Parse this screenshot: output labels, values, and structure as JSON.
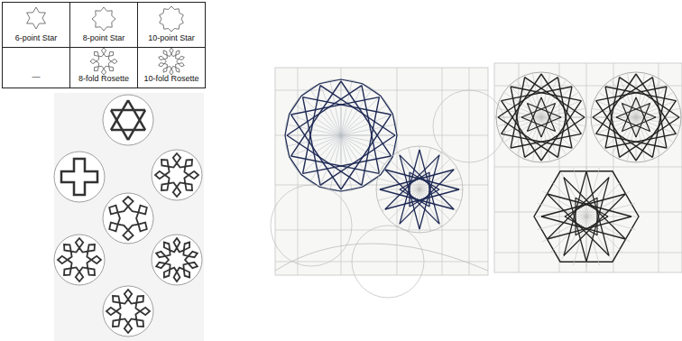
{
  "diagram": {
    "labels": [
      "6-point Star",
      "8-point Star",
      "10-point Star",
      "—",
      "8-fold Rosette",
      "10-fold Rosette"
    ]
  }
}
